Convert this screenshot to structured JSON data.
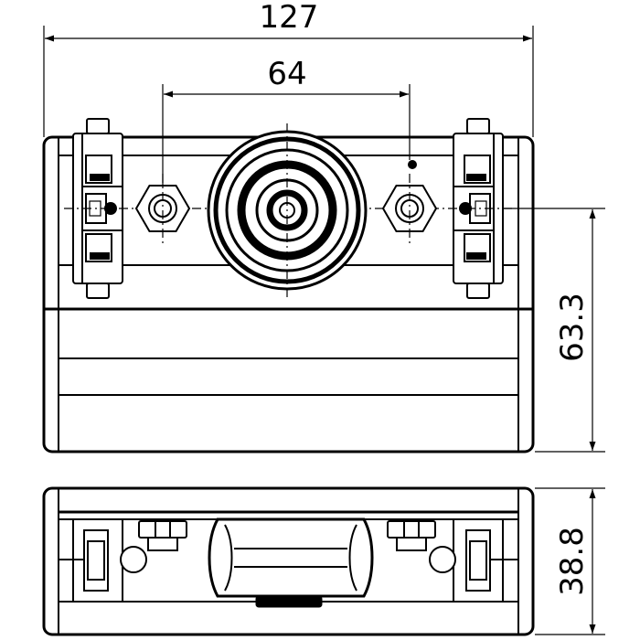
{
  "dimensions": {
    "overall_width": "127",
    "bolt_spacing": "64",
    "height_to_axis": "63.3",
    "side_height": "38.8"
  }
}
